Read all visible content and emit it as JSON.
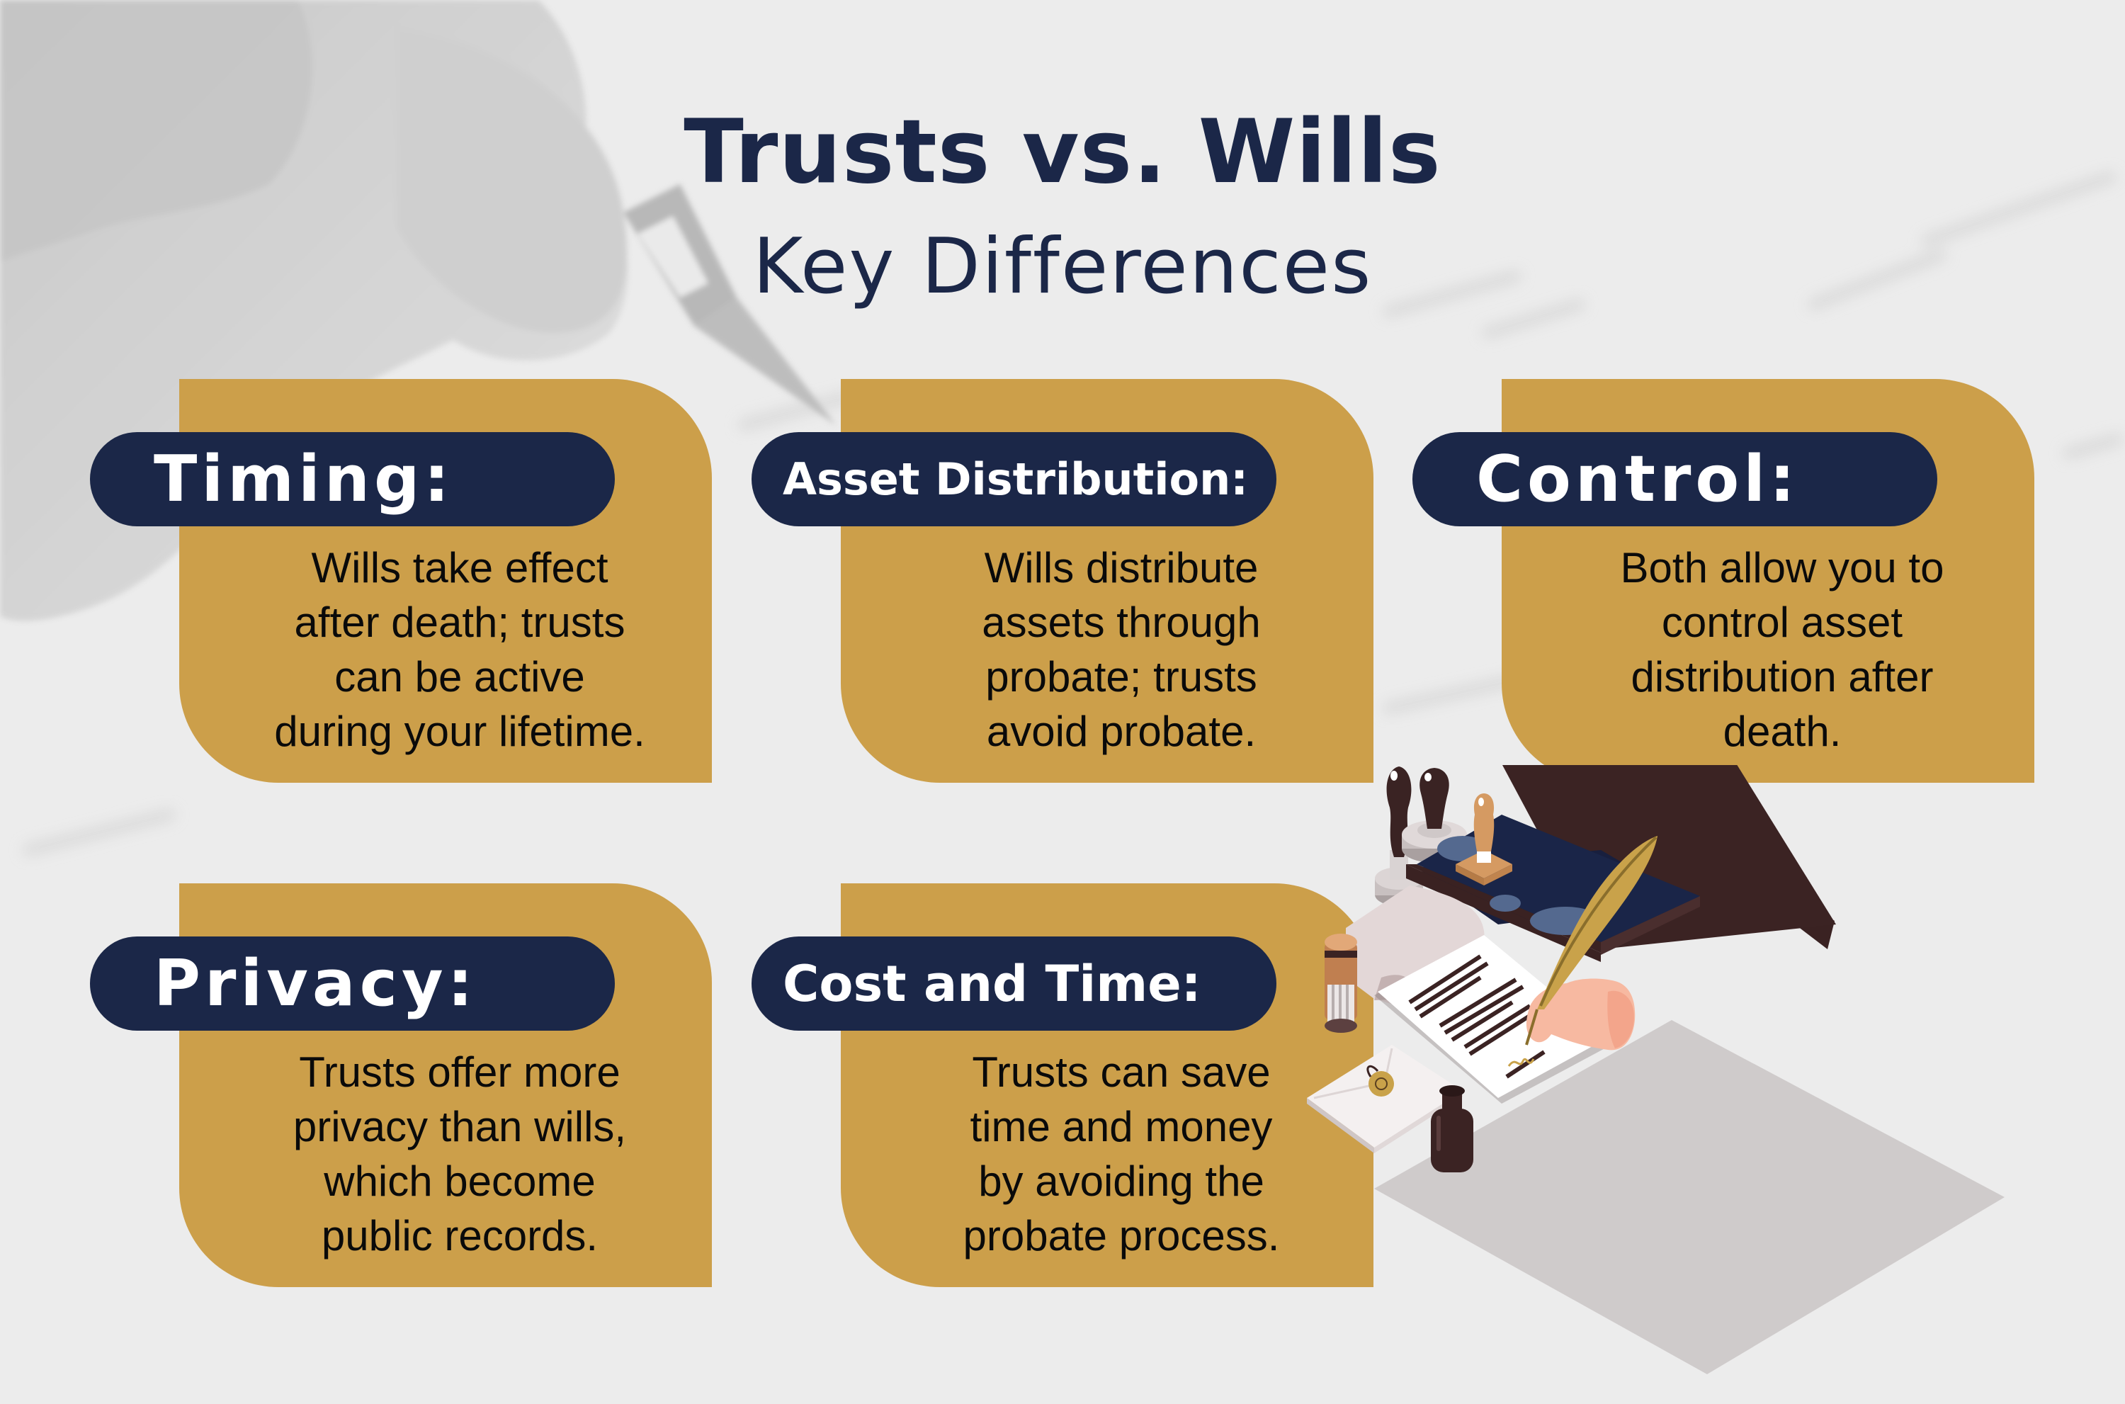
{
  "header": {
    "title": "Trusts vs. Wills",
    "subtitle": "Key Differences"
  },
  "colors": {
    "navy": "#1b2748",
    "gold": "#cc9f4a",
    "background": "#ececec",
    "body_text": "#0a0a0a",
    "pill_text": "#ffffff"
  },
  "cards": [
    {
      "label": "Timing:",
      "lines": [
        "Wills take effect",
        "after death; trusts",
        "can be active",
        "during your lifetime."
      ]
    },
    {
      "label": "Asset Distribution:",
      "lines": [
        "Wills distribute",
        "assets through",
        "probate; trusts",
        "avoid probate."
      ]
    },
    {
      "label": "Control:",
      "lines": [
        "Both allow you to",
        "control asset",
        "distribution after",
        "death."
      ]
    },
    {
      "label": "Privacy:",
      "lines": [
        "Trusts offer more",
        "privacy than wills,",
        "which become",
        "public records."
      ]
    },
    {
      "label": "Cost and Time:",
      "lines": [
        "Trusts can save",
        "time and money",
        "by avoiding the",
        "probate process."
      ]
    }
  ],
  "illustration": {
    "icons": [
      "wax-seal-stamp-icon",
      "rubber-stamp-icon",
      "stamp-box-icon",
      "self-inking-stamp-icon",
      "quill-pen-icon",
      "hand-writing-icon",
      "signed-document-icon",
      "sealed-envelope-icon",
      "ink-bottle-icon"
    ]
  },
  "background": {
    "photo": "hand-holding-pen-photo"
  }
}
